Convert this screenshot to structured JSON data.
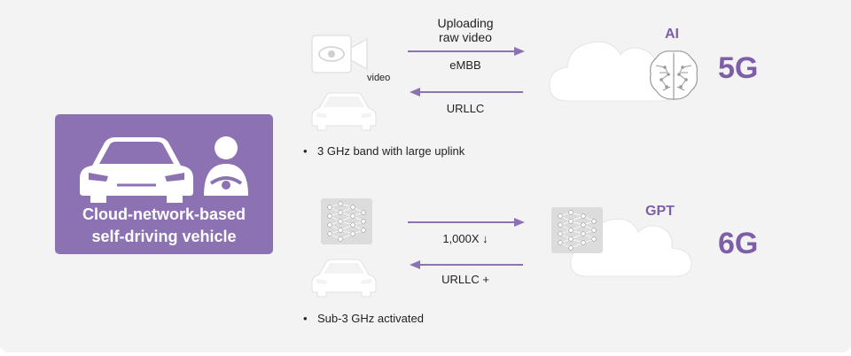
{
  "main": {
    "line1": "Cloud-network-based",
    "line2": "self-driving vehicle"
  },
  "row_5g": {
    "upload_line1": "Uploading",
    "upload_line2": "raw video",
    "up_link": "eMBB",
    "down_link": "URLLC",
    "video_label": "video",
    "cloud_label": "AI",
    "generation": "5G",
    "note": "3 GHz band with large uplink"
  },
  "row_6g": {
    "up_link": "1,000X ↓",
    "down_link": "URLLC +",
    "cloud_label": "GPT",
    "generation": "6G",
    "note": "Sub-3 GHz activated"
  },
  "colors": {
    "accent": "#7e5ea8",
    "card": "#8c72b3",
    "icon": "#ffffff",
    "background": "#f3f3f3"
  },
  "icons": [
    "car-icon",
    "driver-icon",
    "video-camera-icon",
    "cloud-icon",
    "brain-icon",
    "neural-network-icon"
  ]
}
